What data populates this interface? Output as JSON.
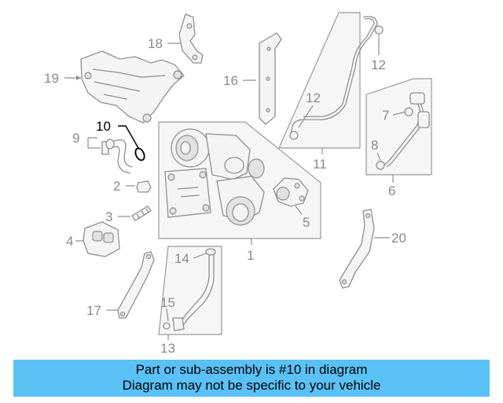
{
  "callouts": {
    "c1": "1",
    "c2": "2",
    "c3": "3",
    "c4": "4",
    "c5": "5",
    "c6": "6",
    "c7": "7",
    "c8": "8",
    "c9": "9",
    "c10": "10",
    "c11": "11",
    "c12a": "12",
    "c12b": "12",
    "c13": "13",
    "c14": "14",
    "c15": "15",
    "c16": "16",
    "c17": "17",
    "c18": "18",
    "c19": "19",
    "c20": "20"
  },
  "highlighted_part": "10",
  "colors": {
    "banner": "#5ac1f6",
    "highlight": "#000000",
    "line": "#8f8f8f"
  },
  "banner": {
    "line1": "Part or sub-assembly is #10 in diagram",
    "line2": "Diagram may not be specific to your vehicle"
  }
}
